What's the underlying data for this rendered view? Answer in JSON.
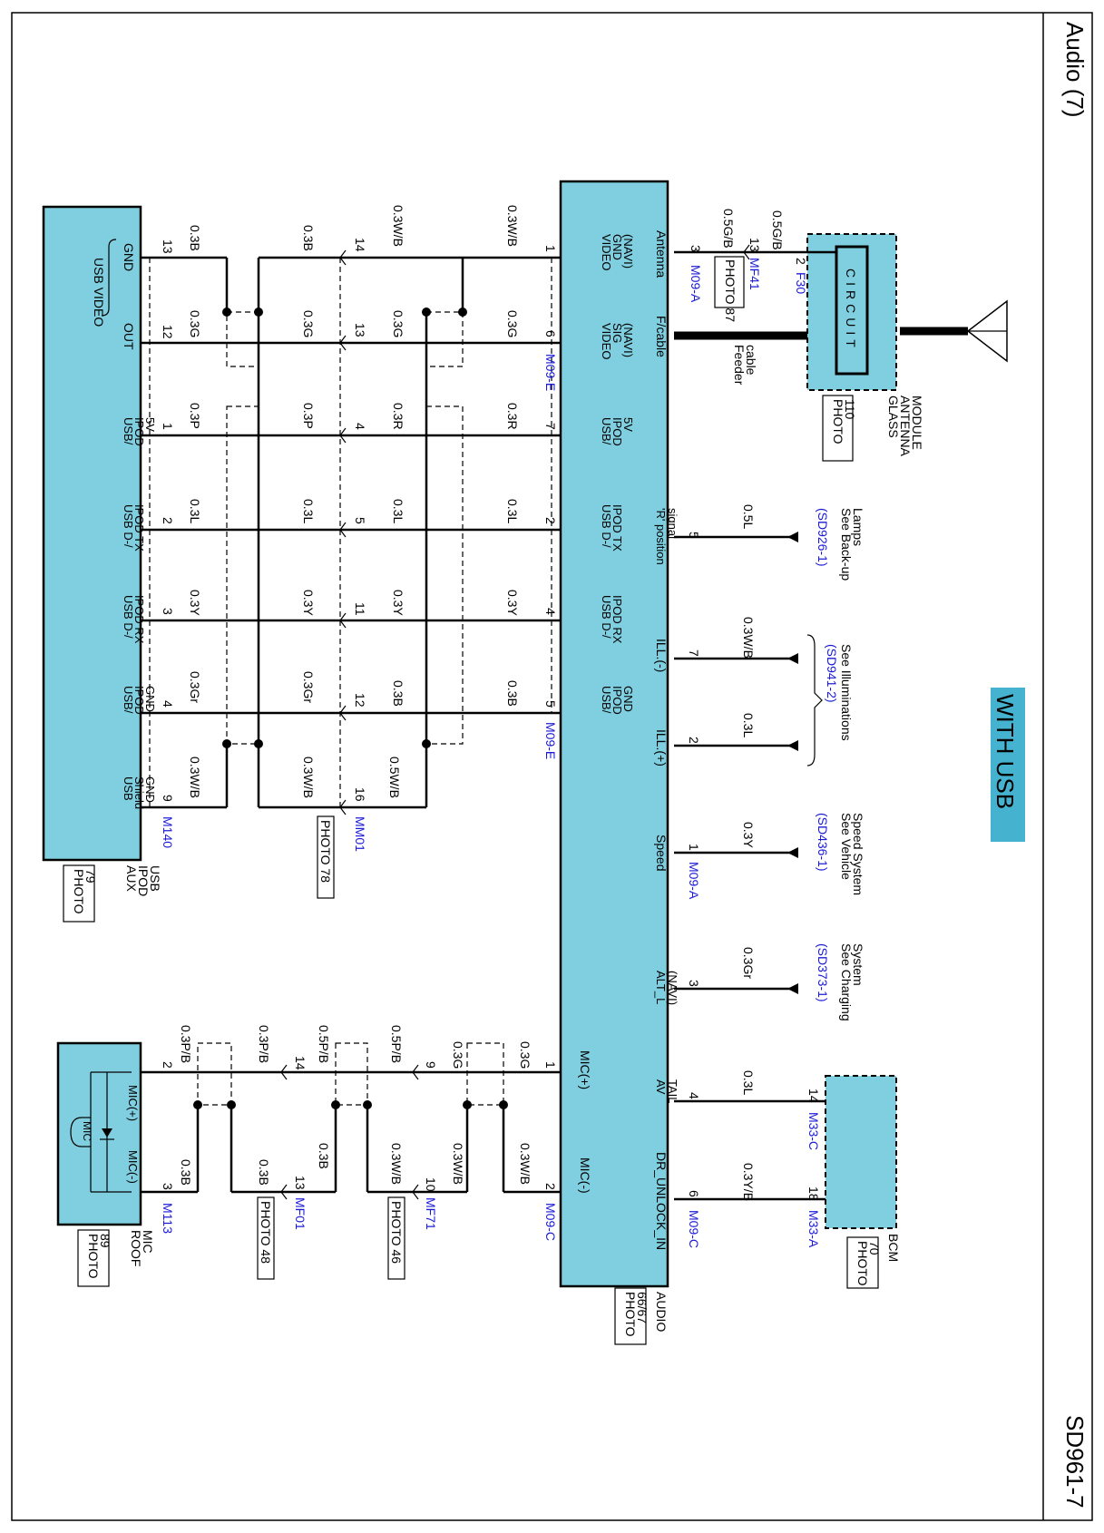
{
  "title": "Audio (7)",
  "page_code": "SD961-7",
  "option_label": "WITH USB",
  "components": {
    "glass_antenna": {
      "name": "GLASS ANTENNA MODULE",
      "photo": "PHOTO 110",
      "circuit": "CIRCUIT"
    },
    "audio": {
      "name": "AUDIO",
      "photo": "PHOTO 66/67"
    },
    "bcm": {
      "name": "BCM",
      "photo": "PHOTO 70"
    },
    "aux_usb": {
      "name": "AUX IPOD USB",
      "photo": "PHOTO 79",
      "sub": "USB VIDEO"
    },
    "roof_mic": {
      "name": "ROOF MIC",
      "photo": "PHOTO 89",
      "mic_plus": "MIC(+)",
      "mic_minus": "MIC(-)",
      "mic": "MIC"
    }
  },
  "connectors": {
    "f30": "F30",
    "mf41": "MF41",
    "mf41_photo": "PHOTO 87",
    "m09a": "M09-A",
    "m09e": "M09-E",
    "m09c": "M09-C",
    "m33c": "M33-C",
    "m33a": "M33-A",
    "m140": "M140",
    "mm01": "MM01",
    "mm01_photo": "PHOTO 78",
    "m113": "M113",
    "mf01": "MF01",
    "mf01_photo": "PHOTO 48",
    "mf71": "MF71",
    "mf71_photo": "PHOTO 46"
  },
  "audio_pins": {
    "antenna": "Antenna",
    "fcable": "F/cable",
    "feeder": "Feeder cable",
    "r_position": "'R' position signal",
    "ill_minus": "ILL.(-)",
    "ill_plus": "ILL.(+)",
    "speed": "Speed",
    "alt_l": "ALT_L (NAVI)",
    "av_tail": "AV TAIL",
    "dr_unlock": "DR_UNLOCK_IN",
    "mic_plus": "MIC(+)",
    "mic_minus": "MIC(-)",
    "video_gnd": "VIDEO GND (NAVI)",
    "video_sig": "VIDEO SIG (NAVI)",
    "usb_5v": "USB/ IPOD 5V",
    "usb_dminus_tx": "USB D-/ IPOD TX",
    "usb_dminus_rx": "USB D-/ IPOD RX",
    "usb_gnd": "USB/ IPOD GND"
  },
  "aux_pins": {
    "gnd": "GND",
    "out": "OUT",
    "usb_5v": "USB/ IPOD 5V",
    "usb_dminus_tx": "USB D-/ IPOD TX",
    "usb_dminus_rx": "USB D-/ IPOD RX",
    "usb_gnd": "USB/ IPOD GND",
    "shield_gnd": "USB Shield GND"
  },
  "references": {
    "backup": "See Back-up Lamps",
    "backup_code": "(SD926-1)",
    "illum": "See Illuminations",
    "illum_code": "(SD941-2)",
    "speed": "See Vehicle Speed System",
    "speed_code": "(SD436-1)",
    "charging": "See Charging System",
    "charging_code": "(SD373-1)"
  },
  "wires": {
    "ant_top": "0.5G/B",
    "ant_bottom": "0.5G/B",
    "rpos": "0.5L",
    "ill_minus": "0.3W/B",
    "ill_plus": "0.3L",
    "speed": "0.3Y",
    "alt": "0.3Gr",
    "av_tail": "0.3L",
    "dr_unlock": "0.3Y/B",
    "usb_a": [
      "0.3W/B",
      "0.3G",
      "0.3R",
      "0.3L",
      "0.3Y",
      "0.3B",
      "0.5W/B"
    ],
    "usb_b": [
      "0.3B",
      "0.3G",
      "0.3P",
      "0.3L",
      "0.3Y",
      "0.3Gr",
      "0.3W/B"
    ],
    "usb_mid": [
      "0.3W/B",
      "0.3G",
      "0.3R",
      "0.3L",
      "0.3Y",
      "0.3B",
      "0.5W/B"
    ],
    "mic_a_plus": "0.3G",
    "mic_a_minus": "0.3W/B",
    "mic_b_plus": "0.3G",
    "mic_b_minus": "0.3W/B",
    "mic_c_plus": "0.5P/B",
    "mic_c_minus": "0.3W/B",
    "mic_d_plus": "0.5P/B",
    "mic_d_minus": "0.3B",
    "mic_e_plus": "0.3P/B",
    "mic_e_minus": "0.3B",
    "mic_f_plus": "0.3P/B"
  },
  "pin_numbers": {
    "ant2": "2",
    "ant13": "13",
    "ant3": "3",
    "rpos": "5",
    "ill_minus": "7",
    "ill_plus": "2",
    "speed": "1",
    "alt": "3",
    "av_tail": "4",
    "dr_unlock": "6",
    "bcm14": "14",
    "bcm18": "18",
    "audio_usb": [
      "1",
      "6",
      "7",
      "2",
      "4",
      "5"
    ],
    "mm01": [
      "14",
      "13",
      "4",
      "5",
      "11",
      "12",
      "16"
    ],
    "aux": [
      "13",
      "12",
      "1",
      "2",
      "3",
      "4",
      "9"
    ],
    "mic_audio_plus": "1",
    "mic_audio_minus": "2",
    "mf71_plus": "9",
    "mf71_minus": "10",
    "mf01_plus": "14",
    "mf01_minus": "13",
    "m113_plus": "2",
    "m113_minus": "3"
  },
  "colors": {
    "component_fill": "#7fcfe0",
    "connector_blue": "#1a1ad6"
  }
}
